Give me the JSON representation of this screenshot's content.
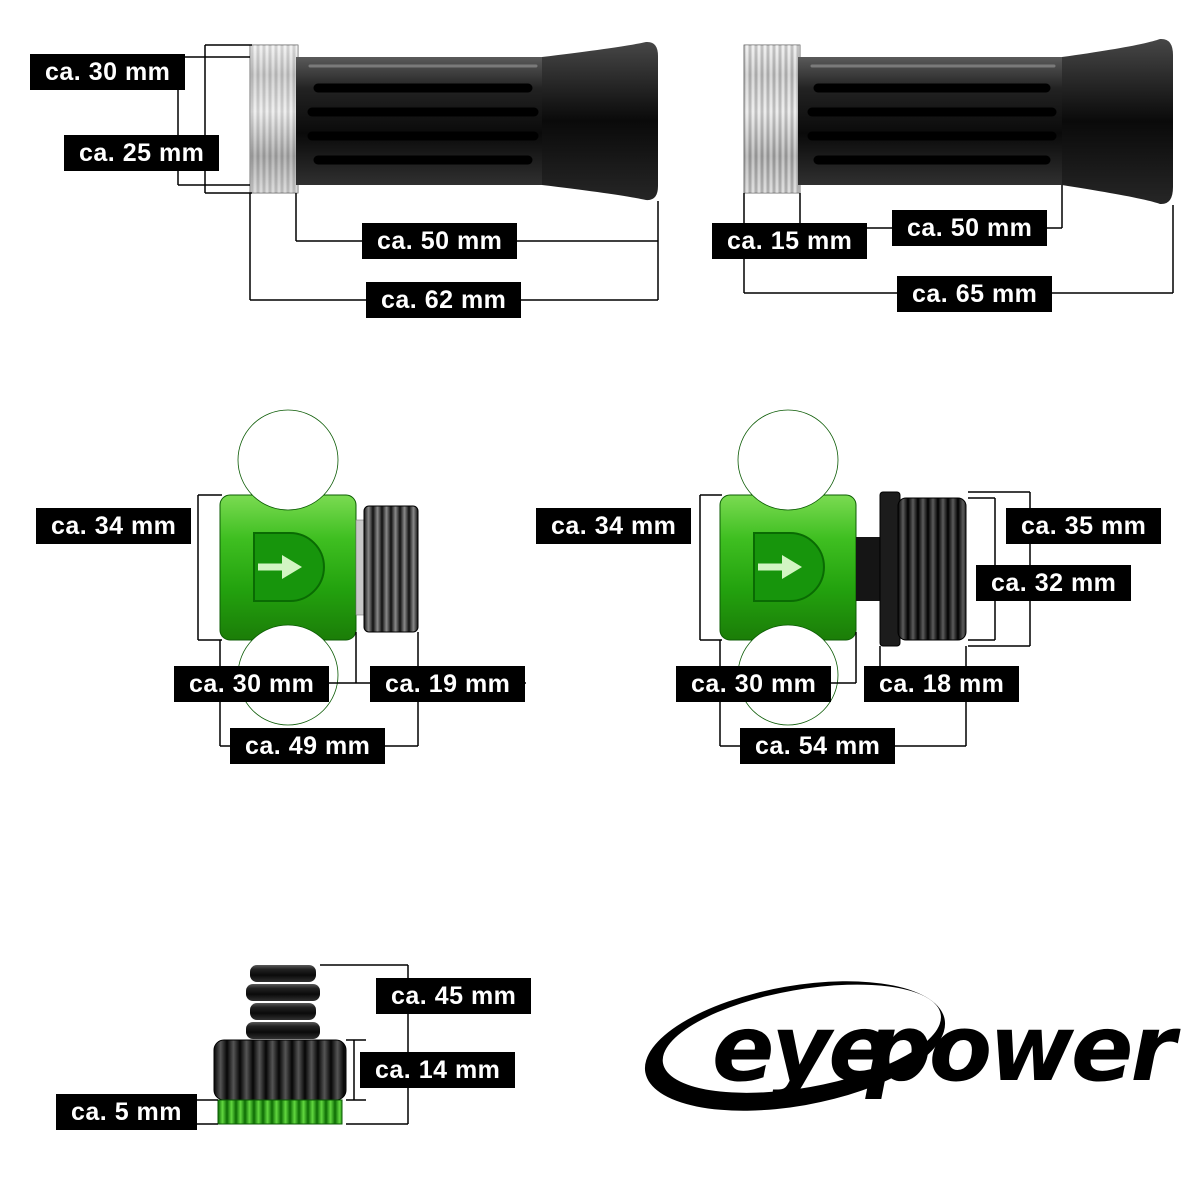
{
  "page": {
    "background": "#ffffff"
  },
  "brand": {
    "logo_part1": "eye",
    "logo_part2": "power"
  },
  "colors": {
    "label_bg": "#000000",
    "label_text": "#ffffff",
    "connector_green": "#3fbf21",
    "metal_silver": "#c7c7c7",
    "plastic_black": "#111111"
  },
  "dimension_labels": {
    "nozzle_left": {
      "outer_diameter": "ca. 30 mm",
      "body_diameter": "ca. 25 mm",
      "grip_length": "ca. 50 mm",
      "total_length": "ca. 62 mm"
    },
    "nozzle_right": {
      "collar_width": "ca. 15 mm",
      "grip_length": "ca. 50 mm",
      "total_length": "ca. 65 mm"
    },
    "connector_left": {
      "height": "ca. 34 mm",
      "body_width": "ca. 30 mm",
      "thread_width": "ca. 19 mm",
      "total_width": "ca. 49 mm"
    },
    "connector_right": {
      "height": "ca. 34 mm",
      "nut_outer_diameter": "ca. 35 mm",
      "nut_diameter": "ca. 32 mm",
      "body_width": "ca. 30 mm",
      "nut_width": "ca. 18 mm",
      "total_width": "ca. 54 mm"
    },
    "tap_adapter": {
      "total_height": "ca. 45 mm",
      "knurl_height": "ca. 14 mm",
      "ring_height": "ca. 5 mm"
    }
  }
}
